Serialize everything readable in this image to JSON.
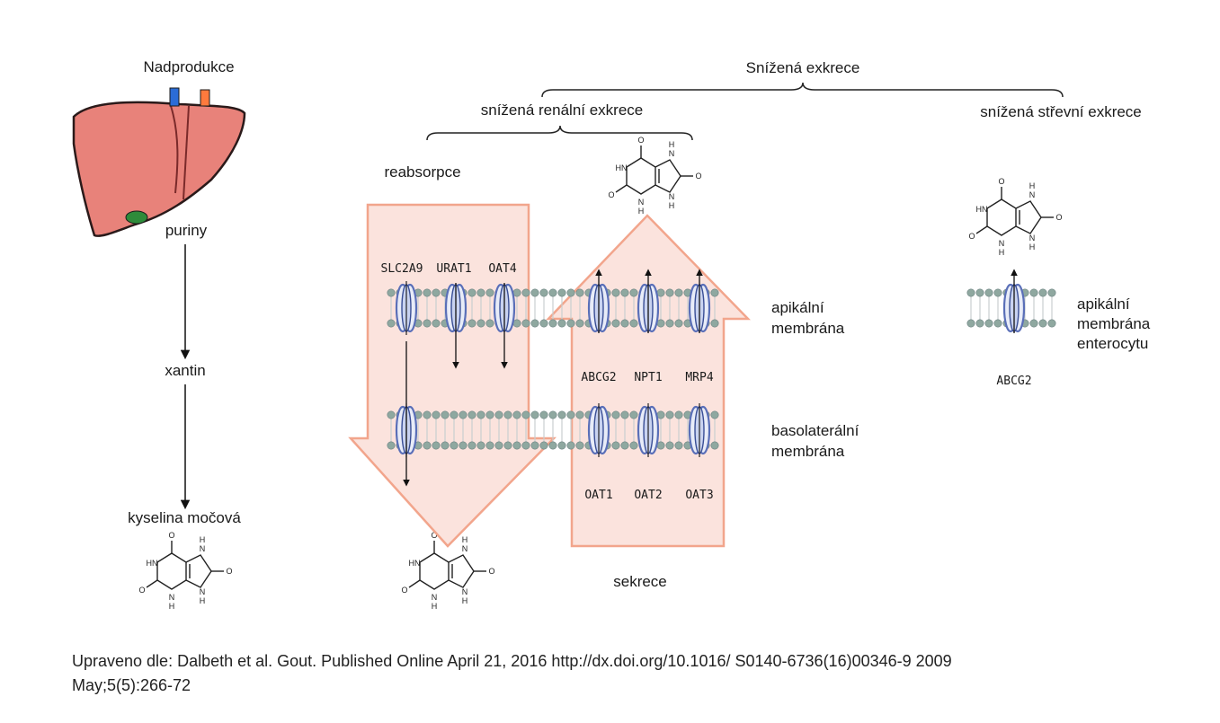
{
  "labels": {
    "overproduction": "Nadprodukce",
    "purines": "puriny",
    "xanthine": "xantin",
    "uric_acid": "kyselina močová",
    "reduced_excretion": "Snížená exkrece",
    "reduced_renal": "snížená renální exkrece",
    "reduced_intestinal": "snížená střevní exkrece",
    "reabsorption": "reabsorpce",
    "secretion": "sekrece",
    "apical_membrane_line1": "apikální",
    "apical_membrane_line2": "membrána",
    "basolateral_line1": "basolaterální",
    "basolateral_line2": "membrána",
    "enterocyte_line1": "apikální",
    "enterocyte_line2": "membrána",
    "enterocyte_line3": "enterocytu"
  },
  "transporters": {
    "reabsorption_apical": [
      "SLC2A9",
      "URAT1",
      "OAT4"
    ],
    "secretion_apical": [
      "ABCG2",
      "NPT1",
      "MRP4"
    ],
    "secretion_basolateral": [
      "OAT1",
      "OAT2",
      "OAT3"
    ],
    "intestinal": "ABCG2"
  },
  "molecule_atoms": {
    "O": "O",
    "HN": "HN",
    "H": "H",
    "N": "N"
  },
  "citation": {
    "line1": "Upraveno dle: Dalbeth et al. Gout. Published Online April 21, 2016 http://dx.doi.org/10.1016/ S0140-6736(16)00346-9 2009",
    "line2": "May;5(5):266-72"
  },
  "colors": {
    "liver": "#e8827a",
    "arrow_fill": "#fbe3dd",
    "arrow_stroke": "#f2a58c",
    "transporter": "#5a6fb8",
    "lipid_head": "#8fa8a0"
  }
}
